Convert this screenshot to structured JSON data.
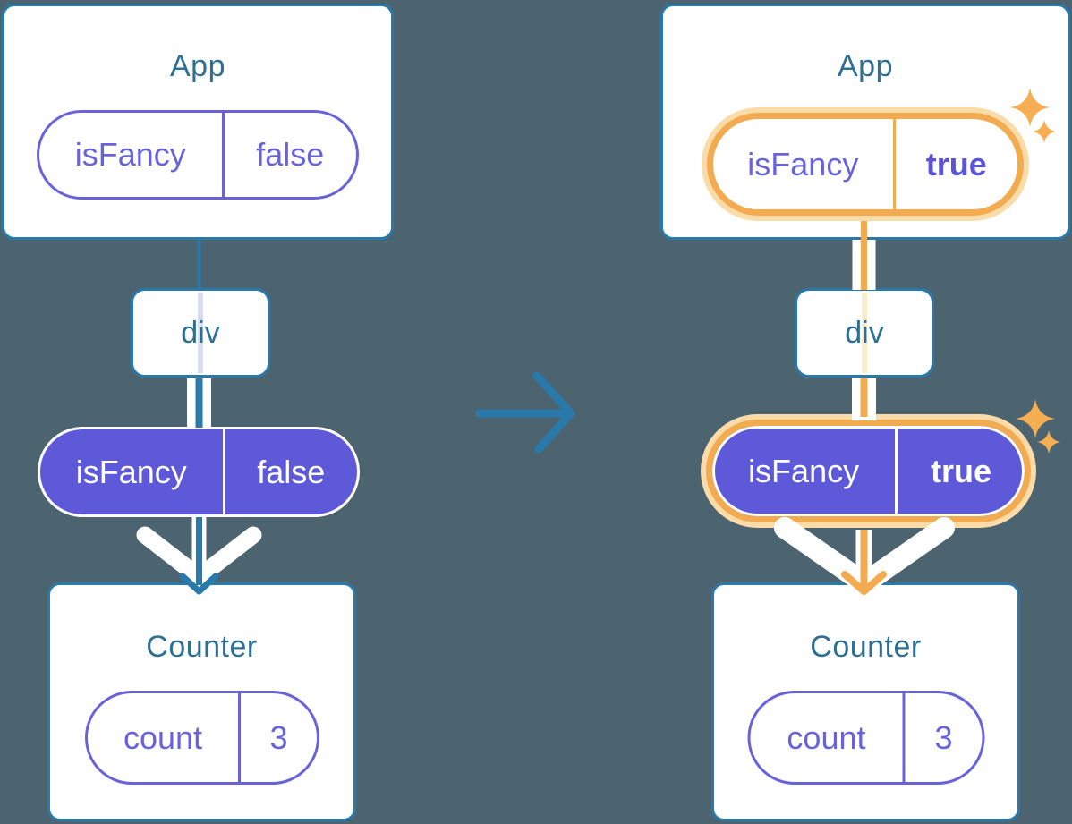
{
  "colors": {
    "background": "#4B6470",
    "card_border_blue": "#2979AB",
    "title_text": "#2D7093",
    "purple_outline": "#6963DB",
    "purple_fill": "#5E59D8",
    "purple_bold_text": "#5B54D8",
    "highlight_orange": "#F3AB51",
    "highlight_halo": "#FBDCA8",
    "sparkle_orange": "#F5AE51",
    "thread_lavender": "#D8DDF3",
    "thread_cream": "#FCEBCD",
    "pipe_white": "#FFFFFF"
  },
  "left_tree": {
    "app_card": {
      "title": "App",
      "state_pill": {
        "key": "isFancy",
        "value": "false"
      }
    },
    "div_box": {
      "label": "div"
    },
    "prop_pill": {
      "key": "isFancy",
      "value": "false"
    },
    "counter_card": {
      "title": "Counter",
      "state_pill": {
        "key": "count",
        "value": "3"
      }
    }
  },
  "right_tree": {
    "app_card": {
      "title": "App",
      "state_pill": {
        "key": "isFancy",
        "value": "true"
      }
    },
    "div_box": {
      "label": "div"
    },
    "prop_pill": {
      "key": "isFancy",
      "value": "true"
    },
    "counter_card": {
      "title": "Counter",
      "state_pill": {
        "key": "count",
        "value": "3"
      }
    }
  }
}
